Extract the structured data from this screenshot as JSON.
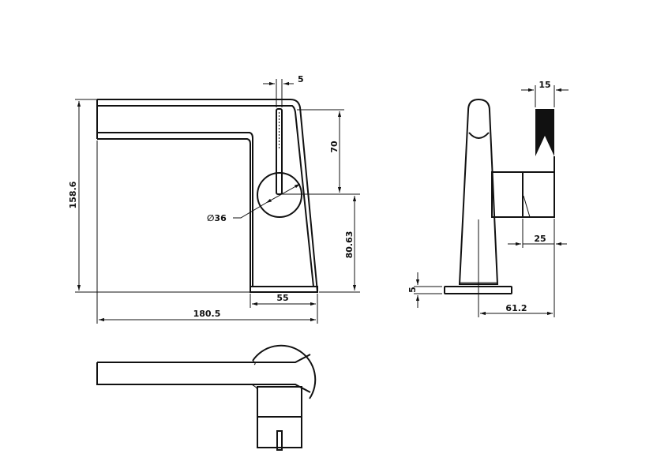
{
  "drawing": {
    "front_view": {
      "dim_height": "158.6",
      "dim_width": "180.5",
      "dim_base": "55",
      "dim_handle_thickness": "5",
      "dim_handle_length": "70",
      "dim_handle_height": "80.63",
      "dim_handle_diameter": "∅36"
    },
    "side_view": {
      "dim_lever_width": "15",
      "dim_block": "25",
      "dim_depth": "61.2",
      "dim_plate": "5"
    },
    "line_color": "#111111"
  }
}
